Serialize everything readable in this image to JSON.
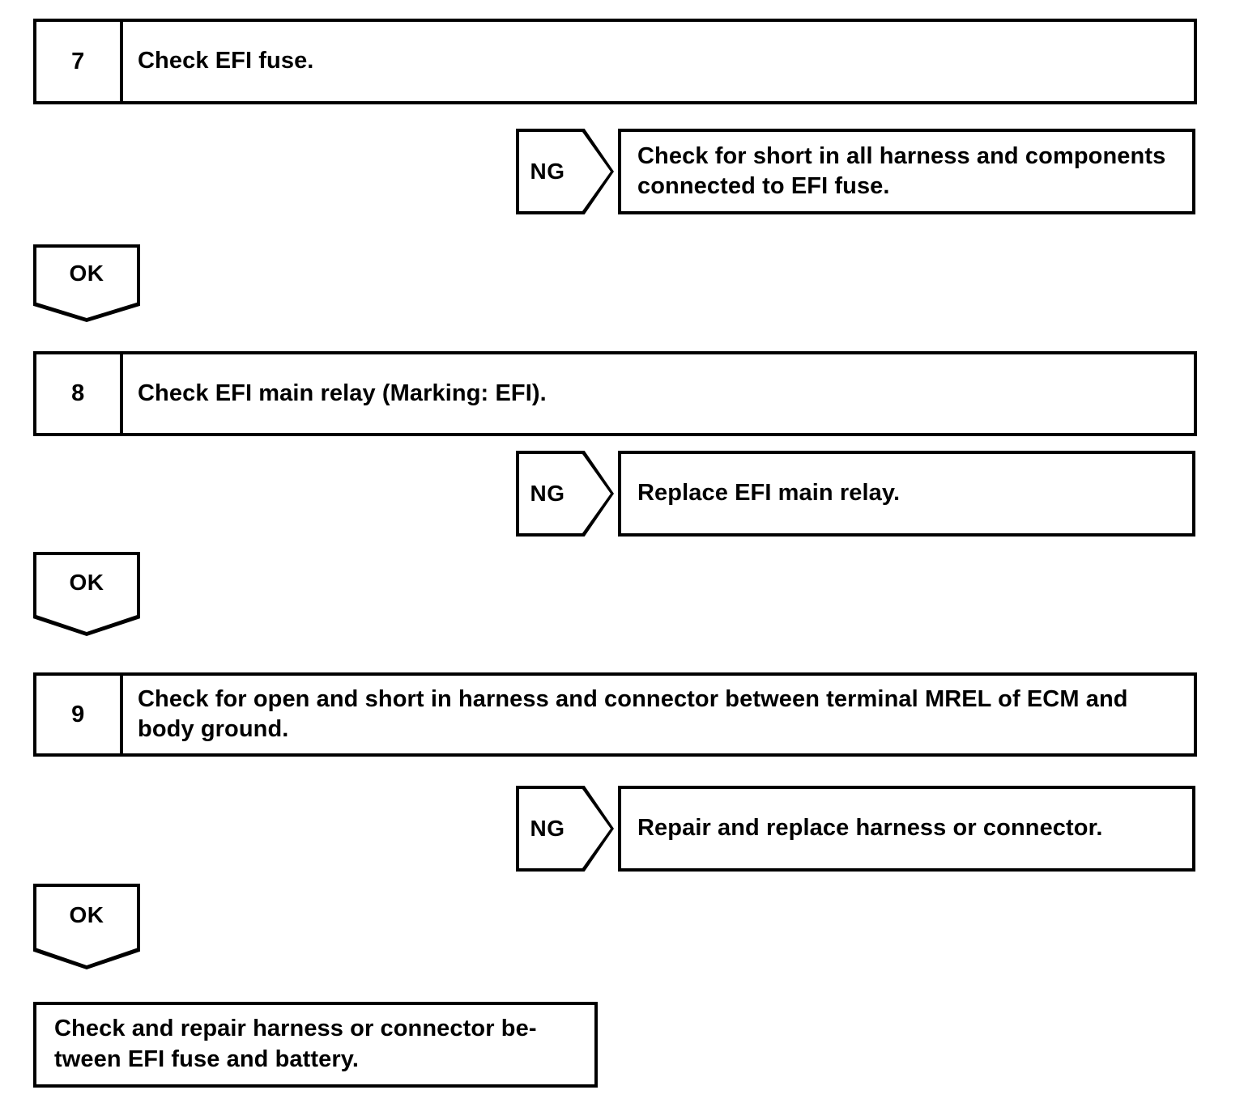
{
  "document": {
    "type": "troubleshooting-flowchart",
    "subject": "EFI power supply circuit inspection",
    "ink_color": "#000000",
    "background_color": "#ffffff"
  },
  "steps": [
    {
      "number": "7",
      "text": "Check EFI fuse.",
      "ng": {
        "label": "NG",
        "action": "Check for short in all harness and components connected to EFI fuse."
      },
      "ok": {
        "label": "OK"
      }
    },
    {
      "number": "8",
      "text": "Check EFI main relay (Marking: EFI).",
      "ng": {
        "label": "NG",
        "action": "Replace EFI main relay."
      },
      "ok": {
        "label": "OK"
      }
    },
    {
      "number": "9",
      "text": "Check for open and short in harness and connector between terminal MREL of ECM and body ground.",
      "ng": {
        "label": "NG",
        "action": "Repair and replace harness or connector."
      },
      "ok": {
        "label": "OK"
      }
    }
  ],
  "conclusion": {
    "text": "Check and repair harness or connector be­tween EFI fuse and battery."
  }
}
